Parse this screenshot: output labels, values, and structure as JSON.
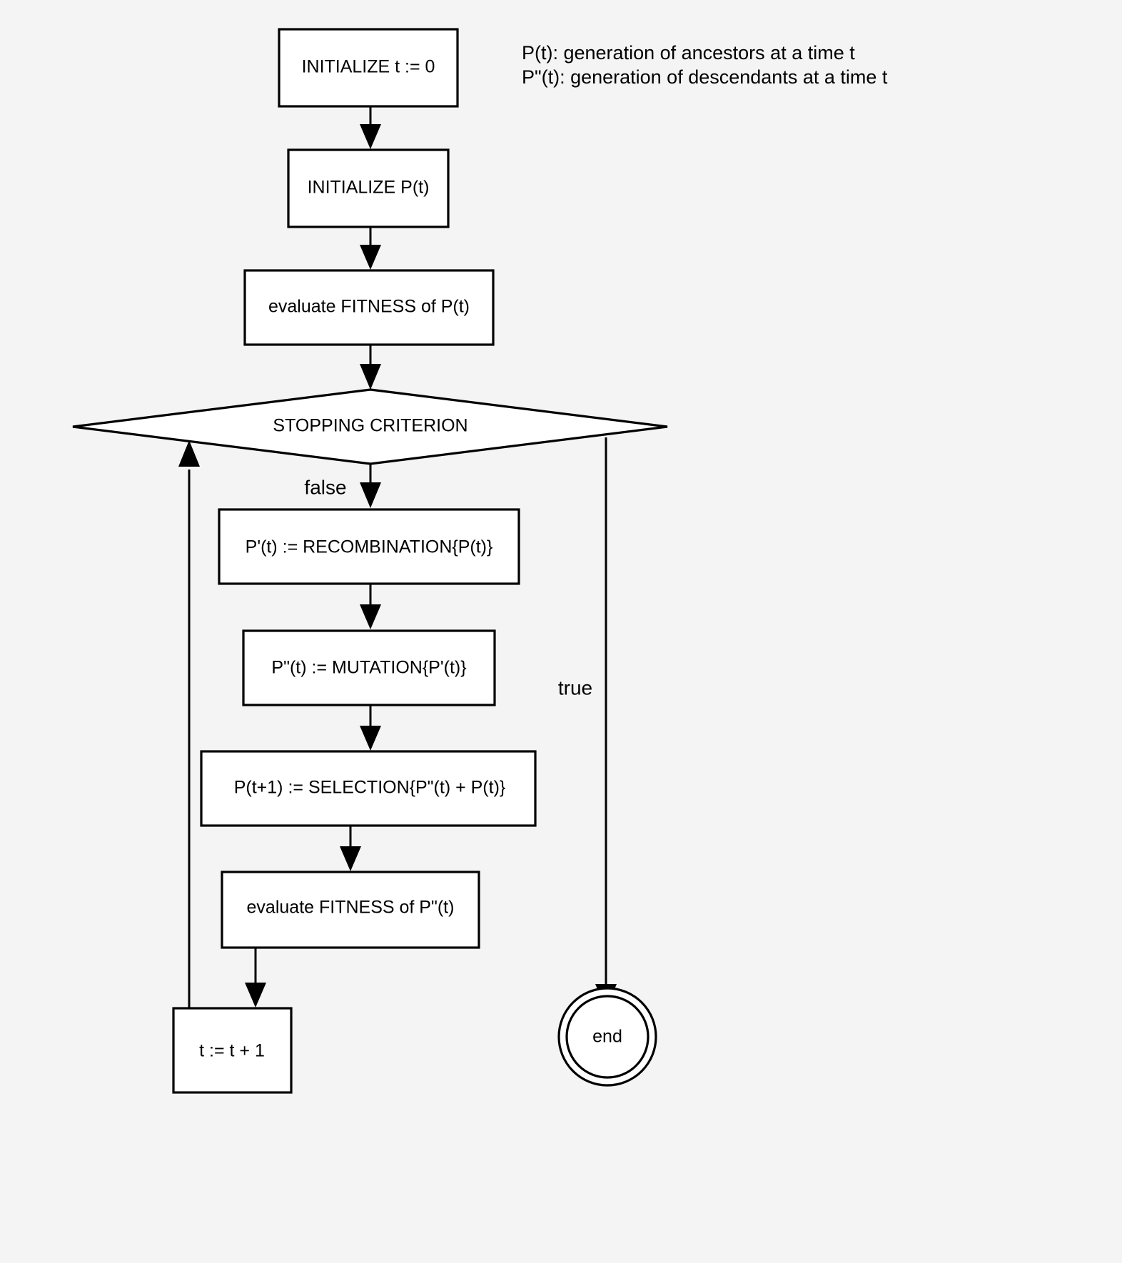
{
  "diagram": {
    "title": "Evolutionary algorithm flowchart",
    "background_color": "#f4f4f4",
    "node_fill": "#ffffff",
    "stroke_color": "#000000"
  },
  "legend": {
    "lines": [
      "P(t): generation of ancestors at a time t",
      "P\"(t): generation of descendants at a time t"
    ]
  },
  "nodes": [
    {
      "id": "init_t",
      "label": "INITIALIZE t := 0",
      "shape": "rect"
    },
    {
      "id": "init_p",
      "label": "INITIALIZE P(t)",
      "shape": "rect"
    },
    {
      "id": "eval_p",
      "label": "evaluate FITNESS of P(t)",
      "shape": "rect"
    },
    {
      "id": "stopping",
      "label": "STOPPING CRITERION",
      "shape": "diamond"
    },
    {
      "id": "recombination",
      "label": "P'(t) := RECOMBINATION{P(t)}",
      "shape": "rect"
    },
    {
      "id": "mutation",
      "label": "P\"(t) := MUTATION{P'(t)}",
      "shape": "rect"
    },
    {
      "id": "selection",
      "label": "P(t+1) := SELECTION{P\"(t) + P(t)}",
      "shape": "rect"
    },
    {
      "id": "eval_pp",
      "label": "evaluate FITNESS of P\"(t)",
      "shape": "rect"
    },
    {
      "id": "increment",
      "label": "t := t + 1",
      "shape": "rect"
    },
    {
      "id": "end",
      "label": "end",
      "shape": "terminator"
    }
  ],
  "edge_labels": {
    "false_branch": "false",
    "true_branch": "true"
  }
}
